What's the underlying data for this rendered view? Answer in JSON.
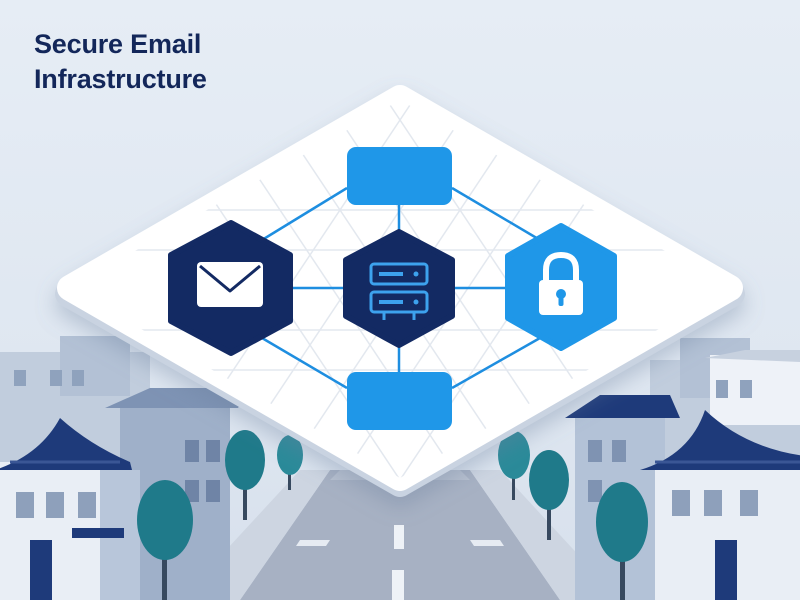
{
  "header": {
    "title_line1": "Secure Email",
    "title_line2": "Infrastructure"
  },
  "diagram": {
    "nodes": [
      {
        "id": "top-node",
        "shape": "rounded-rect",
        "icon": ""
      },
      {
        "id": "email-node",
        "shape": "hexagon",
        "icon": "envelope-icon"
      },
      {
        "id": "server-node",
        "shape": "hexagon",
        "icon": "server-icon"
      },
      {
        "id": "lock-node",
        "shape": "hexagon",
        "icon": "padlock-icon"
      },
      {
        "id": "bottom-node",
        "shape": "rounded-rect",
        "icon": ""
      }
    ],
    "edges": [
      [
        "top-node",
        "server-node"
      ],
      [
        "email-node",
        "server-node"
      ],
      [
        "server-node",
        "lock-node"
      ],
      [
        "server-node",
        "bottom-node"
      ],
      [
        "top-node",
        "email-node"
      ],
      [
        "top-node",
        "lock-node"
      ],
      [
        "bottom-node",
        "email-node"
      ],
      [
        "bottom-node",
        "lock-node"
      ]
    ]
  },
  "colors": {
    "title": "#13275a",
    "navy": "#132a63",
    "accent": "#1f97e8",
    "connector": "#1e8ee0",
    "platform": "#ffffff",
    "building": "#a9b8cf",
    "roof": "#1e3a7a",
    "tree": "#1f7a8a",
    "road": "#a9b3c4"
  }
}
